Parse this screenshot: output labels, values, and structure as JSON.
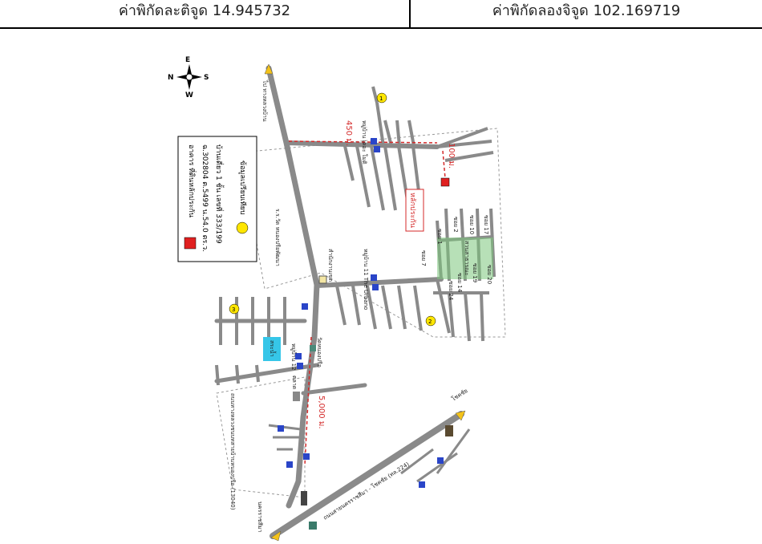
{
  "header": {
    "latitude_label": "ค่าพิกัดละติจูด 14.945732",
    "longitude_label": "ค่าพิกัดลองจิจูด 102.169719"
  },
  "map": {
    "compass": {
      "n": "N",
      "e": "E",
      "s": "S",
      "w": "W"
    },
    "legend": {
      "subject_title": "อาคาร ที่ดินหลักประกัน",
      "subject_detail_1": "ฉ.302804 ต.5499 น.54.0 ตร.ว.",
      "subject_detail_2": "บ้านเดี่ยว 1 ชั้น เลขที่ 333/199",
      "comparable_label": "ข้อมูลเปรียบเทียบ"
    },
    "labels": {
      "to_chokchai": "ไป ทางหลวงบ้าน",
      "dist_450": "450 ม.",
      "dist_100": "100 ม.",
      "dist_5000": "5,000 ม.",
      "village_top": "หมู่บ้าน เดอะ โมดิ",
      "village_mid": "หมู่บ้าน 11 The Urbano",
      "collateral": "หลักประกัน",
      "school": "ร.ร.วัด หนองปรือพัฒนา",
      "temple": "วัดหนองปรือ",
      "subdistrict": "สำนักงานเขต",
      "village_12": "หมู่บ้าน 12",
      "park": "สวนสาธารณะ",
      "pond": "สระน้ำ",
      "market": "ตลาด",
      "road_main": "ถนนสายนครราชสีมา - โชคชัย (ทล.224)",
      "road_side": "ถนนทางหลวงชนบทสายบ้านหนองปรือ (13040)",
      "korat": "นครราชสีมา",
      "chokchai": "โชคชัย",
      "soi_1": "ซอย 1",
      "soi_2": "ซอย 2",
      "soi_7": "ซอย 7",
      "soi_10": "ซอย 10",
      "soi_14": "ซอย 14",
      "soi_17": "ซอย 17",
      "soi_19": "ซอย 19",
      "soi_20": "ซอย 20",
      "soi_24": "ซอย 24",
      "marker_1": "1",
      "marker_2": "2",
      "marker_3": "3"
    },
    "colors": {
      "road": "#8a8a8a",
      "subject": "#e02020",
      "comparable": "#ffe600",
      "distance": "#d42a2a",
      "park": "#7bc67b",
      "pond": "#36c6e8"
    }
  }
}
